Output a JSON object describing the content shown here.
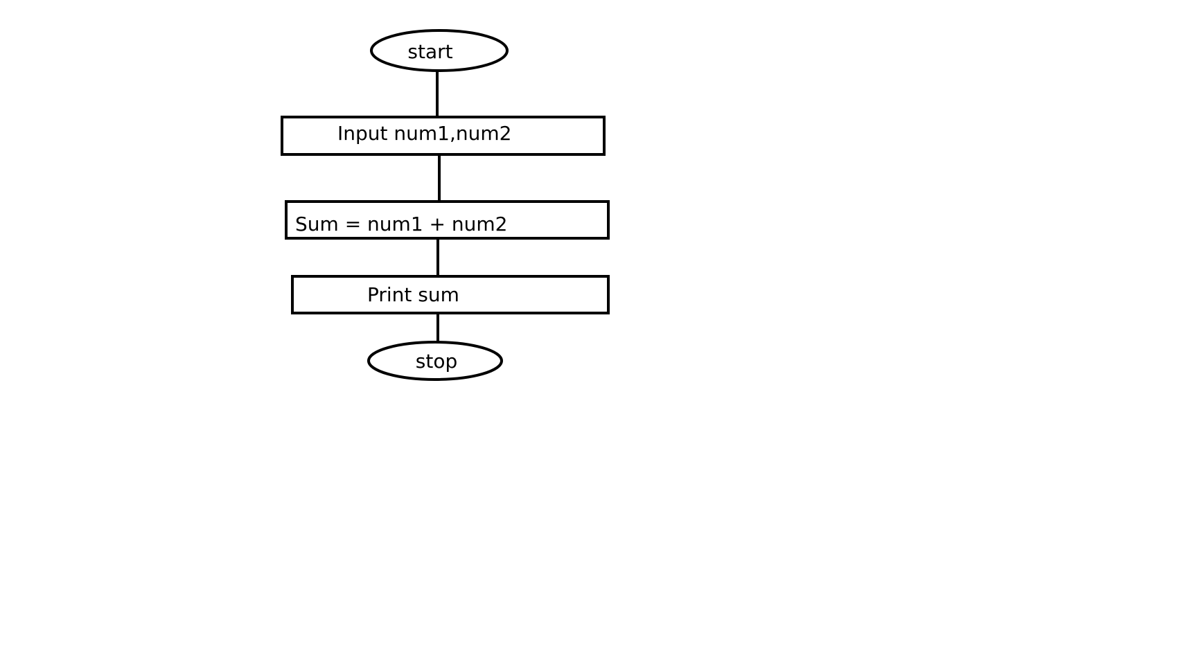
{
  "flowchart": {
    "start": {
      "label": "start"
    },
    "input": {
      "label": "Input num1,num2"
    },
    "process": {
      "label": "Sum = num1 + num2"
    },
    "output": {
      "label": "Print sum"
    },
    "stop": {
      "label": "stop"
    }
  }
}
